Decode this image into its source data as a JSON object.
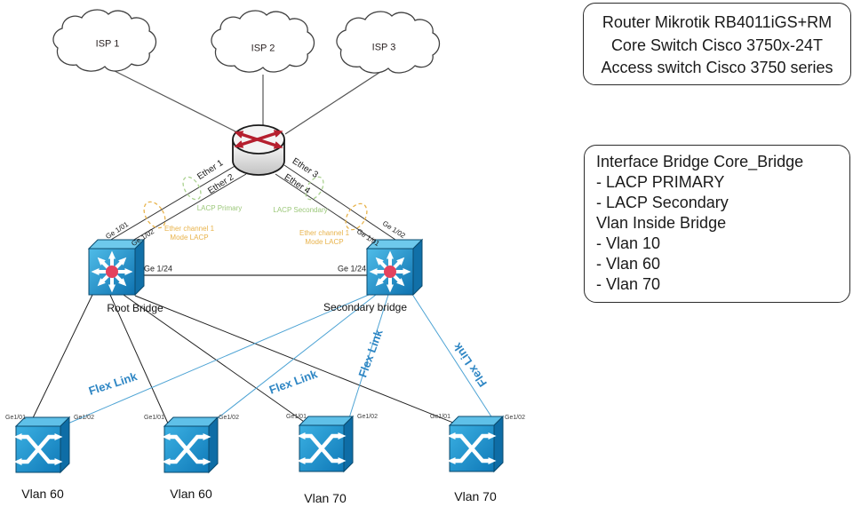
{
  "diagram": {
    "isps": [
      "ISP 1",
      "ISP 2",
      "ISP 3"
    ],
    "router_ports": [
      "Ether 1",
      "Ether 2",
      "Ether 3",
      "Ether 4"
    ],
    "lacp": {
      "primary": "LACP Primary",
      "secondary": "LACP Secondary",
      "etherchannel": "Ether channel 1",
      "mode": "Mode LACP"
    },
    "core_switches": {
      "root": {
        "label": "Root Bridge",
        "uplink_a": "Ge 1/01",
        "uplink_b": "Ge 1/02",
        "trunk": "Ge 1/24"
      },
      "secondary": {
        "label": "Secondary bridge",
        "uplink_a": "Ge 1/02",
        "uplink_b": "Ge 1/01",
        "trunk": "Ge 1/24"
      }
    },
    "flex_link": "Flex Link",
    "access_switches": [
      {
        "vlan": "Vlan 60",
        "port_left": "Ge1/01",
        "port_right": "Ge1/02"
      },
      {
        "vlan": "Vlan 60",
        "port_left": "Ge1/01",
        "port_right": "Ge1/02"
      },
      {
        "vlan": "Vlan 70",
        "port_left": "Ge1/01",
        "port_right": "Ge1/02"
      },
      {
        "vlan": "Vlan 70",
        "port_left": "Ge1/01",
        "port_right": "Ge1/02"
      }
    ]
  },
  "equipment_box": {
    "lines": [
      "Router Mikrotik RB4011iGS+RM",
      "Core Switch Cisco 3750x-24T",
      "Access switch Cisco 3750 series"
    ]
  },
  "bridge_box": {
    "lines": [
      "Interface Bridge Core_Bridge",
      "- LACP PRIMARY",
      "- LACP Secondary",
      "Vlan Inside Bridge",
      "- Vlan 10",
      "- Vlan 60",
      "- Vlan 70"
    ]
  },
  "colors": {
    "flex_link_blue": "#2e86c4",
    "flex_line_blue": "#4da3d4",
    "lacp_green": "#9cc87a",
    "etherchannel_orange": "#e8b34b",
    "switch_blue": "#1e95ce",
    "router_red": "#b51f2e"
  }
}
